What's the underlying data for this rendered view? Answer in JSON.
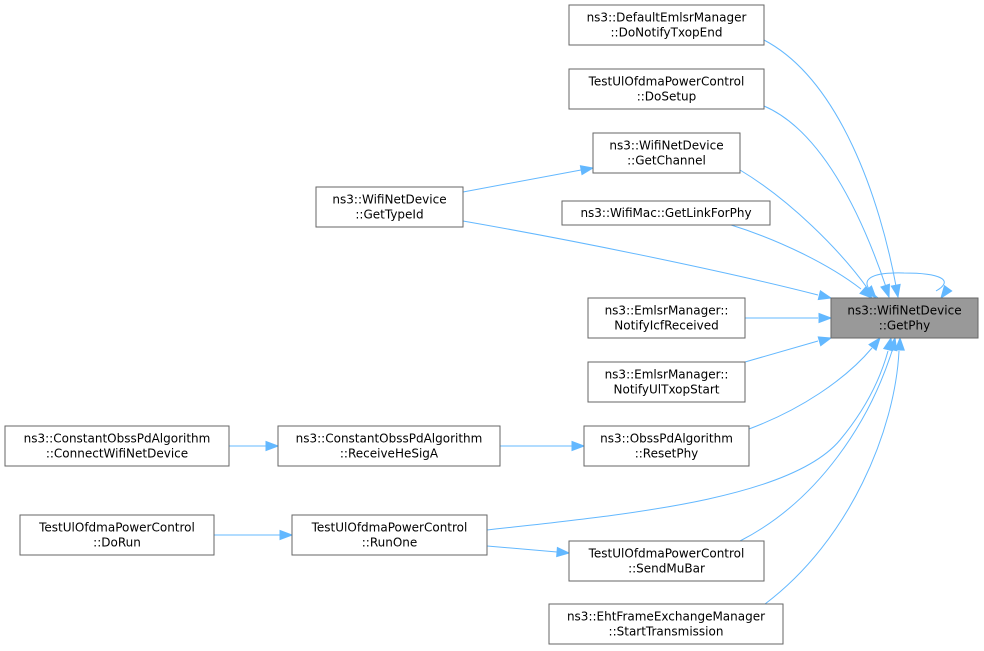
{
  "graph": {
    "nodes": [
      {
        "id": "getphy",
        "lines": [
          "ns3::WifiNetDevice",
          "::GetPhy"
        ],
        "focus": true
      },
      {
        "id": "donotify",
        "lines": [
          "ns3::DefaultEmlsrManager",
          "::DoNotifyTxopEnd"
        ]
      },
      {
        "id": "dosetup",
        "lines": [
          "TestUlOfdmaPowerControl",
          "::DoSetup"
        ]
      },
      {
        "id": "getchannel",
        "lines": [
          "ns3::WifiNetDevice",
          "::GetChannel"
        ]
      },
      {
        "id": "gettypeid",
        "lines": [
          "ns3::WifiNetDevice",
          "::GetTypeId"
        ]
      },
      {
        "id": "getlinkforphy",
        "lines": [
          "ns3::WifiMac::GetLinkForPhy"
        ]
      },
      {
        "id": "notifyicf",
        "lines": [
          "ns3::EmlsrManager::",
          "NotifyIcfReceived"
        ]
      },
      {
        "id": "notifyul",
        "lines": [
          "ns3::EmlsrManager::",
          "NotifyUlTxopStart"
        ]
      },
      {
        "id": "resetphy",
        "lines": [
          "ns3::ObssPdAlgorithm",
          "::ResetPhy"
        ]
      },
      {
        "id": "receivehesiga",
        "lines": [
          "ns3::ConstantObssPdAlgorithm",
          "::ReceiveHeSigA"
        ]
      },
      {
        "id": "connectwifi",
        "lines": [
          "ns3::ConstantObssPdAlgorithm",
          "::ConnectWifiNetDevice"
        ]
      },
      {
        "id": "runone",
        "lines": [
          "TestUlOfdmaPowerControl",
          "::RunOne"
        ]
      },
      {
        "id": "dorun",
        "lines": [
          "TestUlOfdmaPowerControl",
          "::DoRun"
        ]
      },
      {
        "id": "sendmubar",
        "lines": [
          "TestUlOfdmaPowerControl",
          "::SendMuBar"
        ]
      },
      {
        "id": "starttx",
        "lines": [
          "ns3::EhtFrameExchangeManager",
          "::StartTransmission"
        ]
      }
    ],
    "edges": [
      {
        "from": "donotify",
        "to": "getphy"
      },
      {
        "from": "dosetup",
        "to": "getphy"
      },
      {
        "from": "getchannel",
        "to": "getphy"
      },
      {
        "from": "gettypeid",
        "to": "getchannel"
      },
      {
        "from": "gettypeid",
        "to": "getphy"
      },
      {
        "from": "getlinkforphy",
        "to": "getphy"
      },
      {
        "from": "getphy",
        "to": "getphy"
      },
      {
        "from": "notifyicf",
        "to": "getphy"
      },
      {
        "from": "notifyul",
        "to": "getphy"
      },
      {
        "from": "resetphy",
        "to": "getphy"
      },
      {
        "from": "receivehesiga",
        "to": "resetphy"
      },
      {
        "from": "connectwifi",
        "to": "receivehesiga"
      },
      {
        "from": "runone",
        "to": "getphy"
      },
      {
        "from": "runone",
        "to": "sendmubar"
      },
      {
        "from": "dorun",
        "to": "runone"
      },
      {
        "from": "sendmubar",
        "to": "getphy"
      },
      {
        "from": "starttx",
        "to": "getphy"
      }
    ],
    "colors": {
      "edge": "#63b8ff",
      "focus_fill": "#999999",
      "border": "#666666"
    }
  }
}
